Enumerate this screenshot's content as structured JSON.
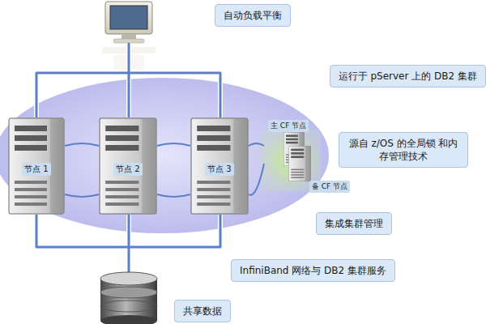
{
  "diagram": {
    "nodes": [
      {
        "text": [
          "自动负载平衡"
        ]
      },
      {
        "text": [
          "运行于 pServer 上的 DB2 集群"
        ]
      },
      {
        "text": [
          "节点 1"
        ]
      },
      {
        "text": [
          "节点 2"
        ]
      },
      {
        "text": [
          "节点 3"
        ]
      },
      {
        "text": [
          "主 CF 节点"
        ]
      },
      {
        "text": [
          "源自 z/OS 的全局锁 和内存管理技术"
        ]
      },
      {
        "text": [
          "备 CF 节点"
        ]
      },
      {
        "text": [
          "集成集群管理"
        ]
      },
      {
        "text": [
          "InfiniBand 网络与 DB2 集群服务"
        ]
      },
      {
        "text": [
          "共享数据"
        ]
      }
    ],
    "edges": [
      {
        "from": 2,
        "to": 3,
        "arrow": "none"
      },
      {
        "from": 3,
        "to": 4,
        "arrow": "none"
      },
      {
        "from": 4,
        "to": 5,
        "arrow": "none"
      }
    ]
  }
}
